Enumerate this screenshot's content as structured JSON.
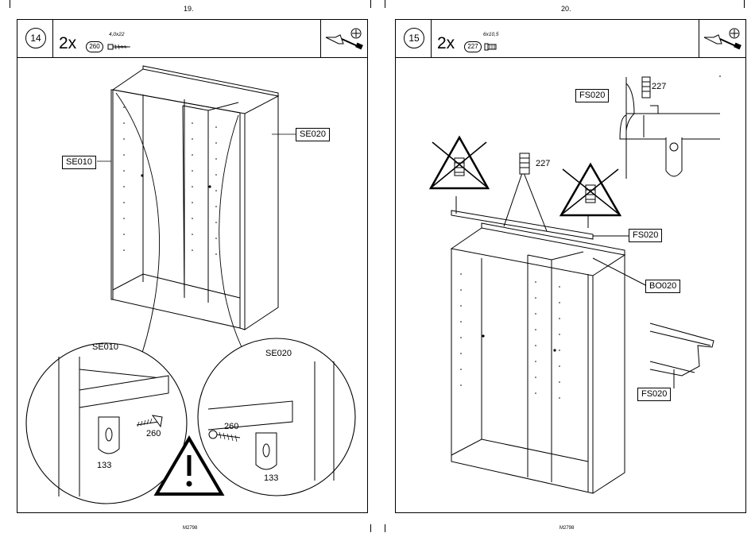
{
  "left_page": {
    "page_number": "19.",
    "footer": "M2798",
    "step_number": "14",
    "quantity": "2x",
    "part_number": "260",
    "part_spec": "4,0x22",
    "labels": {
      "side_left": "SE010",
      "side_right": "SE020",
      "zoom_left": "SE010",
      "zoom_right": "SE020",
      "screw_left": "260",
      "screw_right": "260",
      "hinge_left": "133",
      "hinge_right": "133"
    },
    "warning_icon": "warning-triangle-icon",
    "tool_icon": "screwdriver-icon"
  },
  "right_page": {
    "page_number": "20.",
    "footer": "M2798",
    "step_number": "15",
    "quantity": "2x",
    "part_number": "227",
    "part_spec": "6x10,5",
    "labels": {
      "rail_top": "FS020",
      "screw_top": "227",
      "screw_main": "227",
      "rail_main": "FS020",
      "top_panel": "BO020",
      "rail_detail": "FS020"
    },
    "forbidden_icon": "no-screw-icon",
    "tool_icon": "screwdriver-icon"
  }
}
